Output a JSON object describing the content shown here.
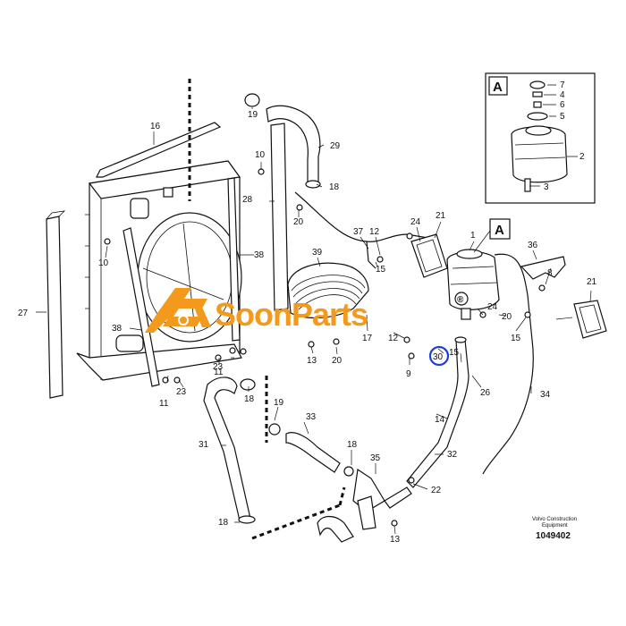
{
  "diagram": {
    "callouts": [
      "16",
      "19",
      "29",
      "10",
      "18",
      "28",
      "20",
      "27",
      "10",
      "38",
      "39",
      "37",
      "12",
      "15",
      "24",
      "21",
      "1",
      "36",
      "8",
      "21",
      "24",
      "20",
      "15",
      "38",
      "13",
      "20",
      "17",
      "12",
      "9",
      "30",
      "15",
      "26",
      "34",
      "11",
      "23",
      "11",
      "23",
      "18",
      "19",
      "33",
      "31",
      "14",
      "32",
      "18",
      "35",
      "22",
      "18",
      "13"
    ],
    "inset": {
      "letter": "A",
      "callouts": [
        "7",
        "4",
        "6",
        "5",
        "2",
        "3"
      ]
    },
    "reference_marker": "A",
    "credit_line_1": "Volvo Construction",
    "credit_line_2": "Equipment",
    "document_number": "1049402",
    "watermark": {
      "brand": "SoonParts",
      "registered_mark": "®",
      "color": "#f39a1c"
    },
    "highlight": {
      "callout": "30",
      "color": "#1f3fd6"
    }
  }
}
